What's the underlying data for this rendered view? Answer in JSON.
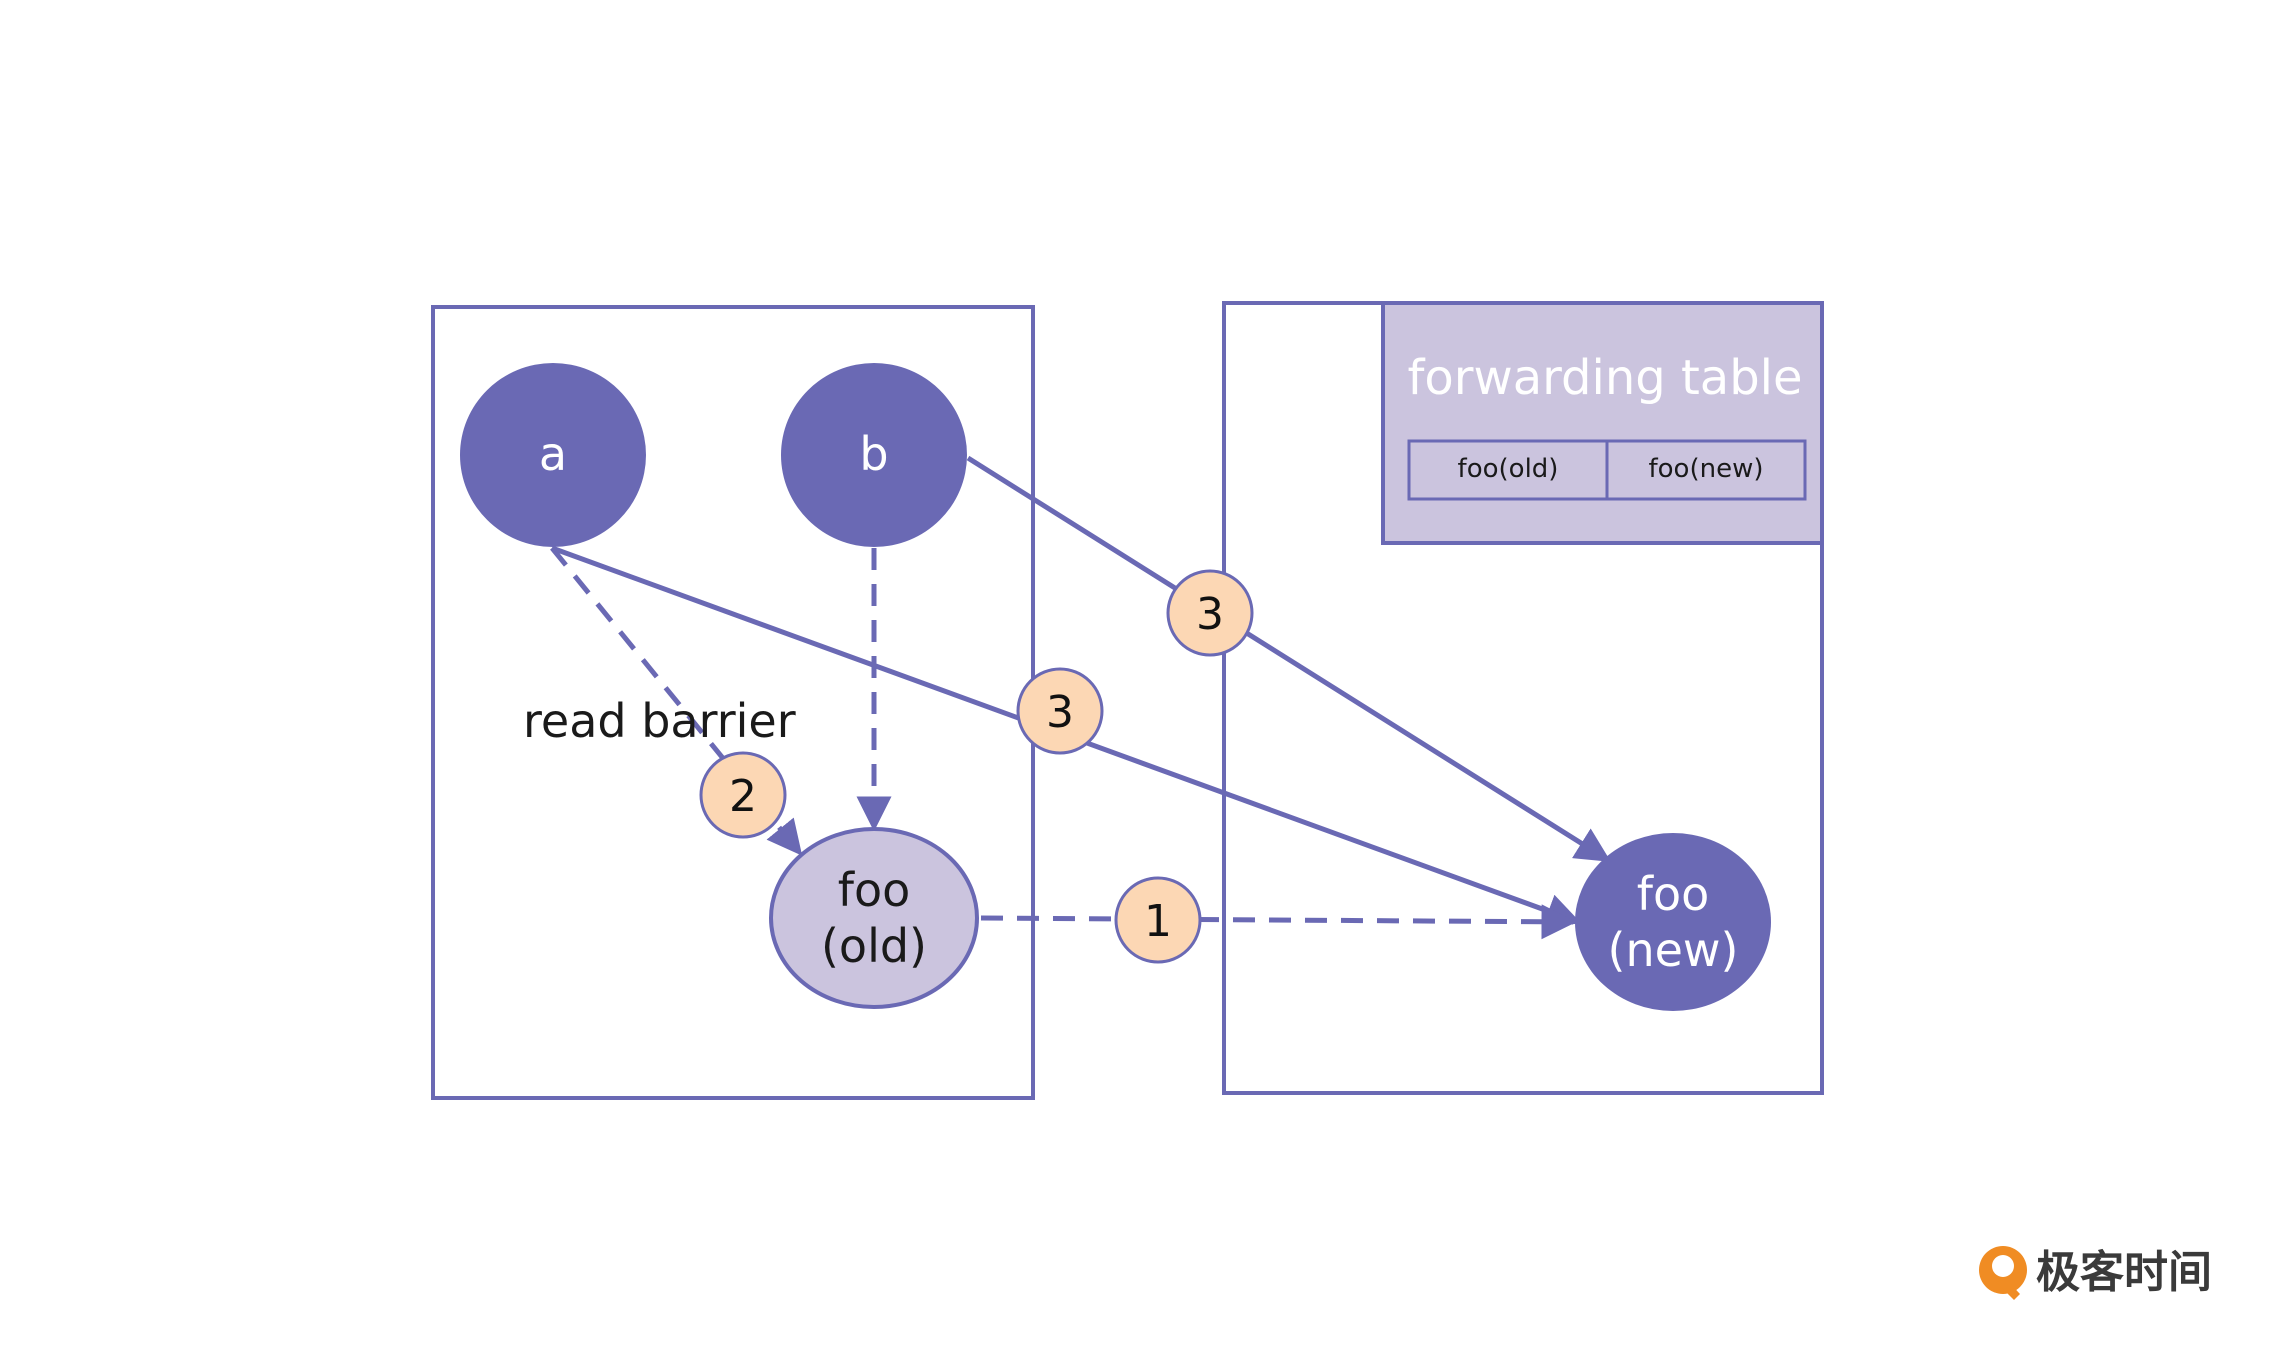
{
  "colors": {
    "primary": "#6a69b4",
    "light_node": "#cbc4de",
    "badge_fill": "#fcd7b4",
    "table_fill": "#cbc4de",
    "text_dark": "#1a1a1a",
    "logo_orange": "#f08c23"
  },
  "nodes": {
    "a": "a",
    "b": "b",
    "foo_old": [
      "foo",
      "(old)"
    ],
    "foo_new": [
      "foo",
      "(new)"
    ]
  },
  "read_barrier_label": "read barrier",
  "forwarding_table": {
    "title": "forwarding table",
    "cells": [
      "foo(old)",
      "foo(new)"
    ]
  },
  "badges": {
    "step1": "1",
    "step2": "2",
    "step3_b": "3",
    "step3_a": "3"
  },
  "logo": {
    "text": "极客时间",
    "icon": "geektime-logo-icon"
  }
}
